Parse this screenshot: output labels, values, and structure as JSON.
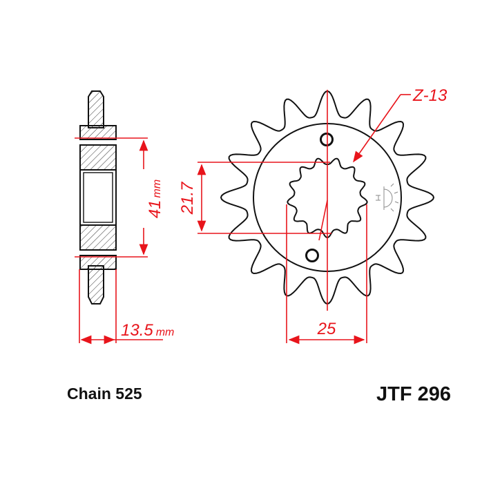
{
  "drawing": {
    "dimensions": {
      "hub_diameter": "41",
      "hub_diameter_unit": "mm",
      "width": "13.5",
      "width_unit": "mm",
      "spline_inner": "21.7",
      "spline_outer": "25",
      "spline_teeth": "Z-13"
    },
    "chain_label": "Chain 525",
    "part_number": "JTF 296",
    "colors": {
      "dimension": "#e8141b",
      "outline": "#111111"
    }
  }
}
